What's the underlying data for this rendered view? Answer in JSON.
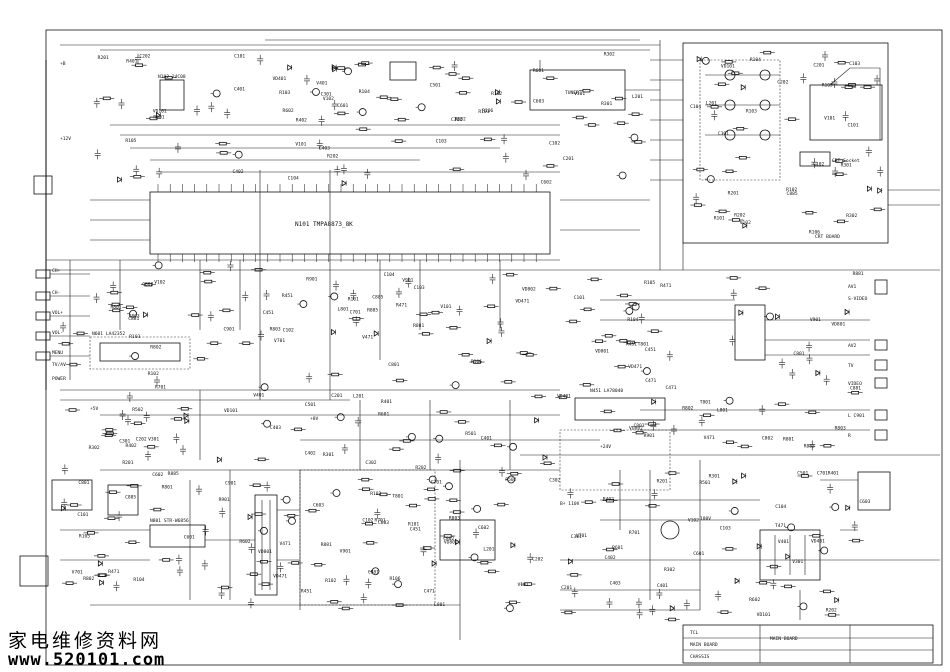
{
  "schematic": {
    "main_ic_label": "N101   TMPA8873_8K",
    "ic_power_label": "N801  STR-W6856",
    "ic_audio_label": "N601  LA42352",
    "ic_vert_label": "N451  LA78040",
    "ic_eeprom_label": "N102  24C08",
    "ic_flyback_label": "T471",
    "crt_socket_label": "CRT Socket",
    "crt_board_label": "CRT BOARD",
    "main_board_label": "MAIN BOARD",
    "tuner_label": "TUNER",
    "av_labels": [
      "AV1",
      "AV2",
      "TV",
      "VIDEO",
      "L",
      "R",
      "S-VIDEO"
    ],
    "rail_labels": [
      "+B",
      "+12V",
      "+5V",
      "+8V",
      "+24V",
      "180V",
      "B+ 110V"
    ],
    "key_labels": [
      "CH+",
      "CH-",
      "VOL+",
      "VOL-",
      "MENU",
      "TV/AV",
      "POWER"
    ],
    "small_refs": [
      "R101",
      "R102",
      "R103",
      "R104",
      "R105",
      "R106",
      "C101",
      "C102",
      "C103",
      "C104",
      "V101",
      "V102",
      "VD101",
      "R201",
      "R202",
      "C201",
      "C202",
      "L201",
      "R301",
      "R302",
      "C301",
      "C302",
      "V301",
      "R401",
      "R402",
      "C401",
      "C402",
      "C403",
      "V401",
      "VD401",
      "R501",
      "R502",
      "C501",
      "R601",
      "R602",
      "C601",
      "C602",
      "C603",
      "R701",
      "C701",
      "V701",
      "R801",
      "R802",
      "R803",
      "C801",
      "C802",
      "C803",
      "VD801",
      "VD802",
      "T801",
      "L801",
      "R901",
      "C901",
      "V901",
      "R451",
      "C451",
      "R471",
      "C471",
      "V471",
      "VD471",
      "R881",
      "C881",
      "R885",
      "C885"
    ]
  },
  "watermark": {
    "chinese": "家电维修资料网",
    "url": "www.520101.com"
  },
  "title_block": {
    "line1": "TCL",
    "line2": "MAIN BOARD",
    "line3": "CHASSIS"
  }
}
